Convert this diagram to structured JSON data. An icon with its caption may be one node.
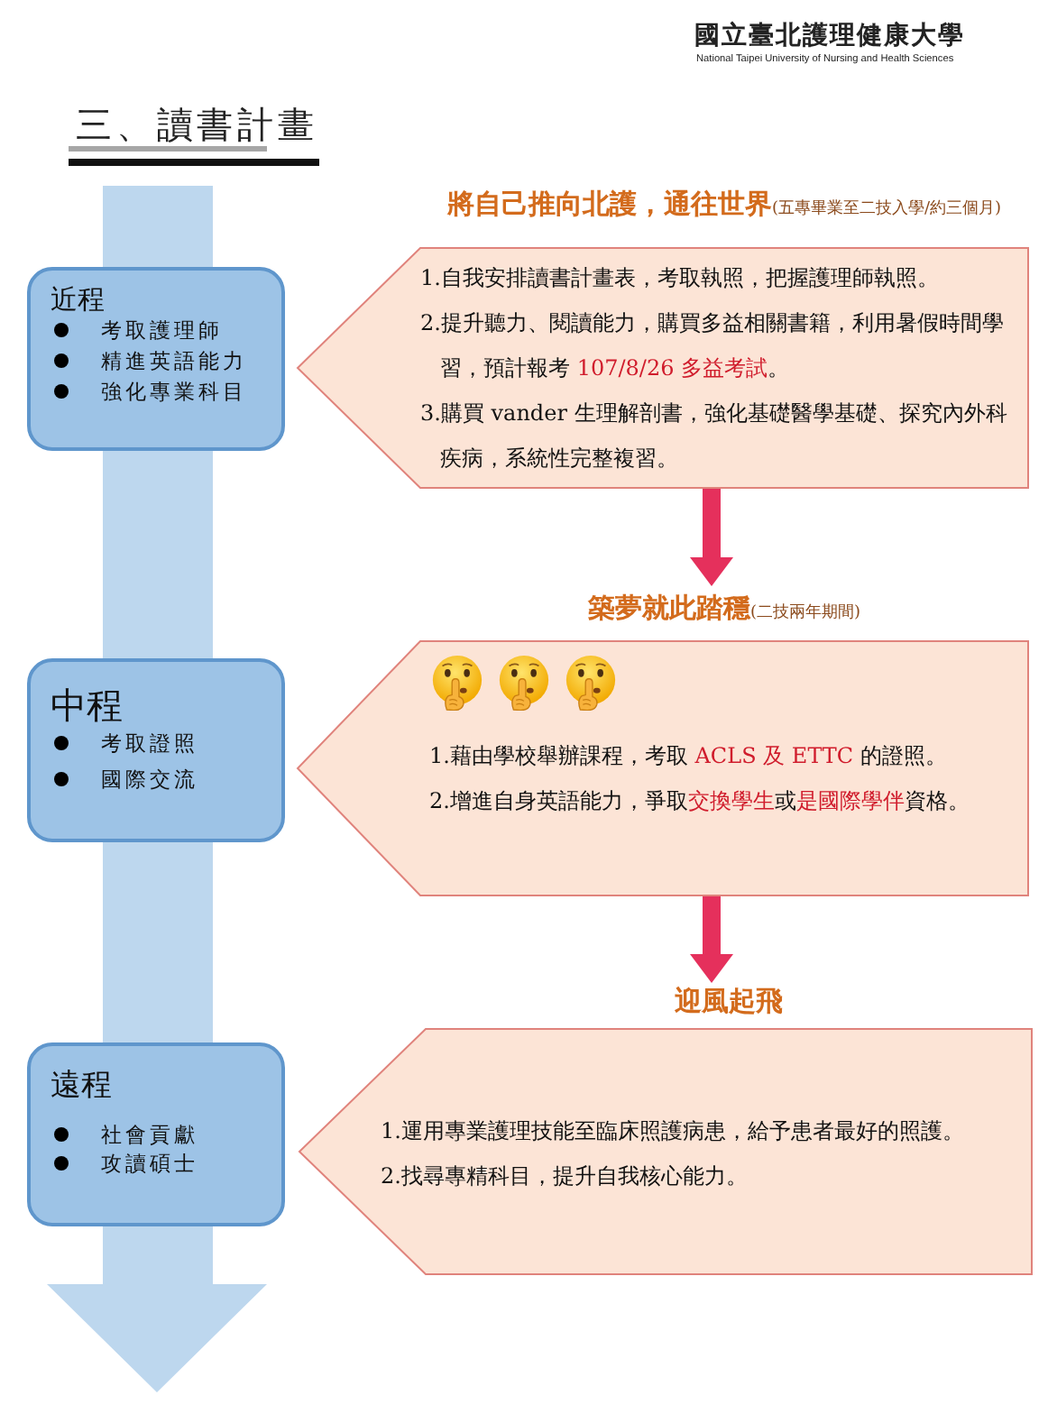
{
  "diagram": {
    "title": "三、讀書計畫",
    "nodes": [
      {
        "text": [
          "近程",
          "考取護理師",
          "精進英語能力",
          "強化專業科目"
        ]
      },
      {
        "text": [
          "**將自己推向北護，通往世界**(五專畢業至二技入學/約三個月)",
          "1.自我安排讀書計畫表，考取執照，把握護理師執照。",
          "2.提升聽力、閱讀能力，購買多益相關書籍，利用暑假時間學習，預計報考 **107/8/26 多益考試**。",
          "3.購買 vander 生理解剖書，強化基礎醫學基礎、探究內外科疾病，系統性完整複習。"
        ]
      },
      {
        "text": [
          "中程",
          "考取證照",
          "國際交流"
        ]
      },
      {
        "text": [
          "**築夢就此踏穩**(二技兩年期間)",
          "1.藉由學校舉辦課程，考取 **ACLS 及 ETTC** 的證照。",
          "2.增進自身英語能力，爭取**交換學生**或**是國際學伴**資格。"
        ]
      },
      {
        "text": [
          "遠程",
          "社會貢獻",
          "攻讀碩士"
        ]
      },
      {
        "text": [
          "迎風起飛",
          "1.運用專業護理技能至臨床照護病患，給予患者最好的照護。",
          "2.找尋專精科目，提升自我核心能力。"
        ]
      }
    ],
    "edges": [
      {
        "from": 1,
        "to": 3,
        "arrow": "to"
      },
      {
        "from": 3,
        "to": 5,
        "arrow": "to"
      }
    ],
    "labels": [
      "國立臺北護理健康大學",
      "National Taipei University of Nursing and Health Sciences"
    ]
  }
}
